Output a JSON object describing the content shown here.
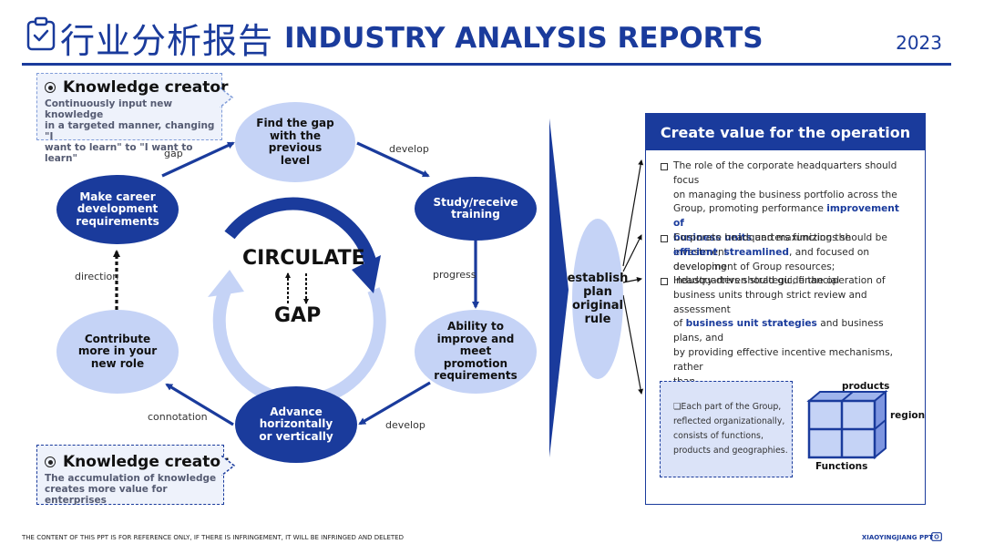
{
  "header": {
    "title_cn": "行业分析报告",
    "title_en": "INDUSTRY ANALYSIS REPORTS",
    "year": "2023"
  },
  "knowledge_top": {
    "title": "Knowledge creator",
    "lines": [
      "Continuously input new knowledge",
      "in a targeted manner, changing \"I",
      "want to learn\" to \"I want to learn\""
    ]
  },
  "knowledge_bottom": {
    "title": "Knowledge creator",
    "lines": [
      "The accumulation of knowledge",
      "creates more value for enterprises"
    ]
  },
  "cycle": {
    "nodes": {
      "find_gap": [
        "Find the gap",
        "with the",
        "previous",
        "level"
      ],
      "study": [
        "Study/receive",
        "training"
      ],
      "ability": [
        "Ability to",
        "improve and",
        "meet",
        "promotion",
        "requirements"
      ],
      "advance": [
        "Advance",
        "horizontally",
        "or vertically"
      ],
      "contribute": [
        "Contribute",
        "more in your",
        "new role"
      ],
      "career": [
        "Make career",
        "development",
        "requirements"
      ]
    },
    "labels": {
      "gap": "gap",
      "develop_top": "develop",
      "progress": "progress",
      "develop_bottom": "develop",
      "connotation": "connotation",
      "direction": "direction"
    },
    "center": {
      "circulate": "CIRCULATE",
      "gap": "GAP"
    }
  },
  "establish": [
    "establish",
    "plan",
    "original",
    "rule"
  ],
  "panel": {
    "title": "Create value for the operation",
    "bullet1": {
      "lines": [
        [
          {
            "t": "The role of the corporate headquarters should focus"
          }
        ],
        [
          {
            "t": "on managing the business portfolio across the"
          }
        ],
        [
          {
            "t": "Group, promoting performance "
          },
          {
            "t": "improvement of",
            "h": true
          }
        ],
        [
          {
            "t": "business units",
            "h": true
          },
          {
            "t": " and maximizing the investment"
          }
        ],
        [
          {
            "t": "development of Group resources;"
          }
        ]
      ]
    },
    "bullet2": {
      "lines": [
        [
          {
            "t": "Corporate headquarters functions should be"
          }
        ],
        [
          {
            "t": "efficient",
            "h": true
          },
          {
            "t": ", "
          },
          {
            "t": "streamlined",
            "h": true
          },
          {
            "t": ", and focused on developing"
          }
        ],
        [
          {
            "t": "industry-driven strategic, financial"
          }
        ]
      ]
    },
    "bullet3": {
      "lines": [
        [
          {
            "t": "Headquarters should guide the operation of"
          }
        ],
        [
          {
            "t": "business units through strict review and assessment"
          }
        ],
        [
          {
            "t": "of "
          },
          {
            "t": "business unit strategies",
            "h": true
          },
          {
            "t": " and business plans, and"
          }
        ],
        [
          {
            "t": "by providing effective incentive mechanisms, rather"
          }
        ],
        [
          {
            "t": "than"
          }
        ]
      ]
    },
    "sub_box_lines": [
      "❏Each part of the Group,",
      "reflected organizationally,",
      "consists of functions,",
      "products and geographies."
    ],
    "cube_labels": {
      "products": "products",
      "region": "region",
      "functions": "Functions"
    }
  },
  "footer": {
    "left": "THE CONTENT OF THIS PPT IS FOR REFERENCE ONLY, IF THERE IS INFRINGEMENT, IT WILL BE INFRINGED AND DELETED",
    "right": "XIAOYINGJIANG PPT"
  },
  "colors": {
    "primary": "#1a3b9c",
    "light": "#c5d3f6",
    "pale": "#dbe3f8"
  }
}
